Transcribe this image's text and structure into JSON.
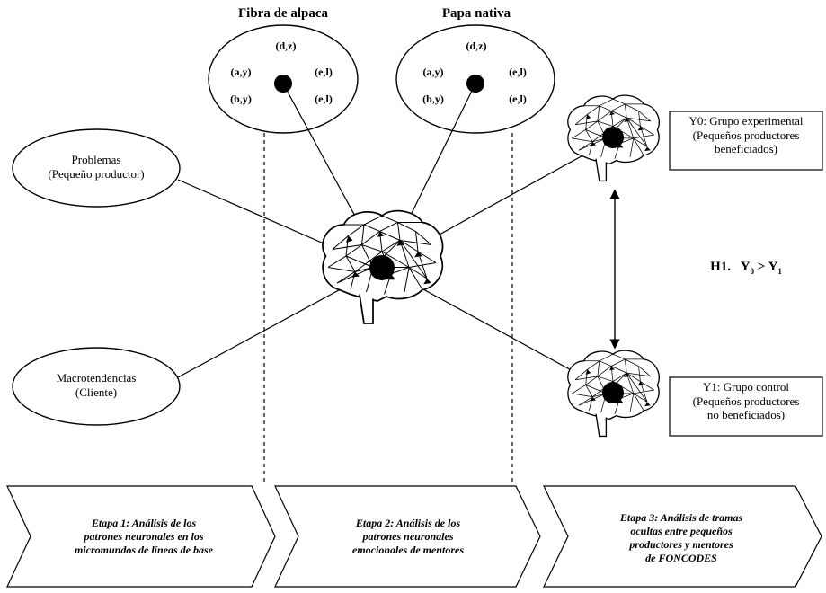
{
  "micro_worlds": [
    {
      "title": "Fibra de alpaca",
      "coords": {
        "top": "(d,z)",
        "left_upper": "(a,y)",
        "right_upper": "(e,l)",
        "left_lower": "(b,y)",
        "right_lower": "(e,l)"
      }
    },
    {
      "title": "Papa nativa",
      "coords": {
        "top": "(d,z)",
        "left_upper": "(a,y)",
        "right_upper": "(e,l)",
        "left_lower": "(b,y)",
        "right_lower": "(e,l)"
      }
    }
  ],
  "inputs": {
    "problems": {
      "line1": "Problemas",
      "line2": "(Pequeño productor)"
    },
    "trends": {
      "line1": "Macrotendencias",
      "line2": "(Cliente)"
    }
  },
  "groups": {
    "y0": {
      "line1": "Y0: Grupo experimental",
      "line2": "(Pequeños productores",
      "line3": "beneficiados)"
    },
    "y1": {
      "line1": "Y1: Grupo control",
      "line2": "(Pequeños productores",
      "line3": "no beneficiados)"
    }
  },
  "hypothesis": {
    "label": "H1.",
    "lhs": "Y",
    "lhs_sub": "0",
    "op": ">",
    "rhs": "Y",
    "rhs_sub": "1"
  },
  "stages": [
    {
      "line1": "Etapa 1: Análisis de los",
      "line2": "patrones neuronales en los",
      "line3": "micromundos de líneas de base"
    },
    {
      "line1": "Etapa 2: Análisis de los",
      "line2": "patrones neuronales",
      "line3": "emocionales de mentores"
    },
    {
      "line1": "Etapa 3: Análisis de tramas",
      "line2": "ocultas entre pequeños",
      "line3": "productores y mentores",
      "line4": "de FONCODES"
    }
  ]
}
